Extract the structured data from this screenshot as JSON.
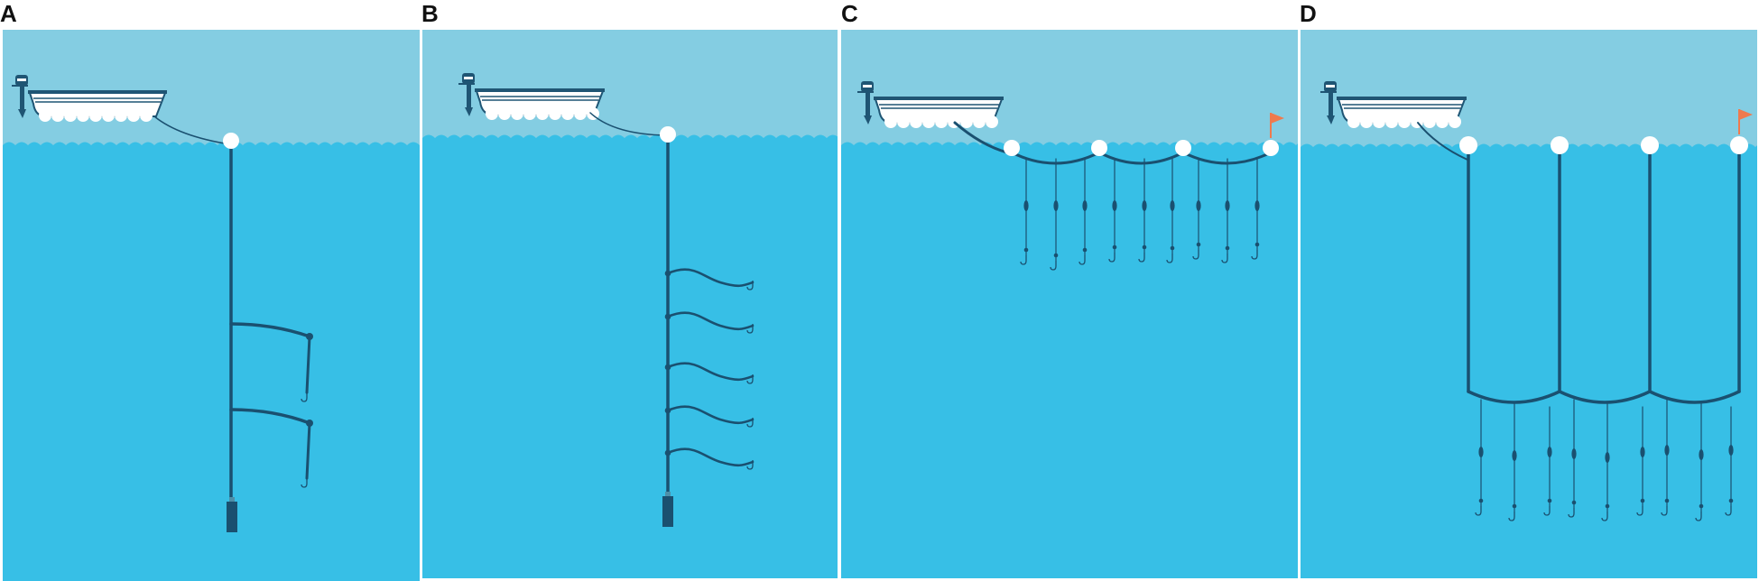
{
  "panels": [
    {
      "label": "A"
    },
    {
      "label": "B"
    },
    {
      "label": "C"
    },
    {
      "label": "D"
    }
  ],
  "colors": {
    "sky": "#84cde2",
    "water": "#37bfe6",
    "line": "#1a5070",
    "boat_dark": "#1f5574",
    "buoy": "#ffffff",
    "flag": "#ef7a4e",
    "background": "#ffffff"
  },
  "icons": [
    "boat-icon",
    "buoy-icon",
    "flag-icon",
    "hook-icon",
    "weight-icon"
  ]
}
